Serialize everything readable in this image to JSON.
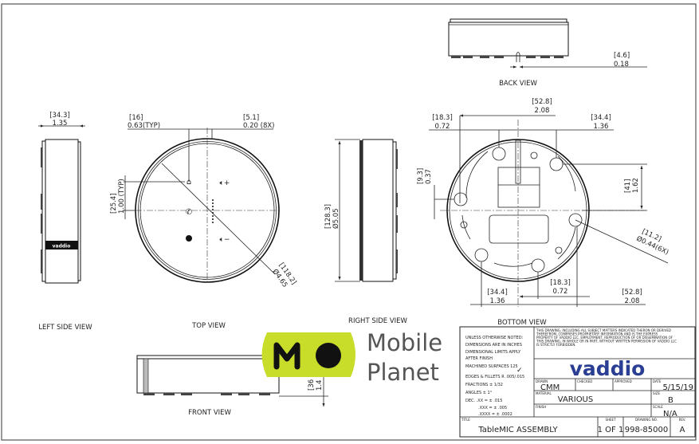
{
  "views": {
    "back": "BACK VIEW",
    "left_side": "LEFT SIDE  VIEW",
    "top": "TOP VIEW",
    "right_side": "RIGHT SIDE VIEW",
    "bottom": "BOTTOM VIEW",
    "front": "FRONT VIEW"
  },
  "dimensions": {
    "back_pin": {
      "mm": "[4.6]",
      "in": "0.18"
    },
    "left_width": {
      "mm": "[34.3]",
      "in": "1.35"
    },
    "top_spacing": {
      "mm": "[16]",
      "in": "0.63(TYP)"
    },
    "top_led": {
      "mm": "[5.1]",
      "in": "0.20 (8X)"
    },
    "top_vertical": {
      "mm": "[25.4]",
      "in": "1.00 (TYP)"
    },
    "top_diameter": {
      "mm": "[118.2]",
      "in": "Ø4.65"
    },
    "right_diameter": {
      "mm": "[128.3]",
      "in": "Ø5.05"
    },
    "bottom_top_center": {
      "mm": "[52.8]",
      "in": "2.08"
    },
    "bottom_top_left": {
      "mm": "[18.3]",
      "in": "0.72"
    },
    "bottom_top_right": {
      "mm": "[34.4]",
      "in": "1.36"
    },
    "bottom_left_vert": {
      "mm": "[9.3]",
      "in": "0.37"
    },
    "bottom_right_vert": {
      "mm": "[41]",
      "in": "1.62"
    },
    "bottom_hole": {
      "mm": "[11.2]",
      "in": "Ø0.44(6X)"
    },
    "bottom_lower_center": {
      "mm": "[18.3]",
      "in": "0.72"
    },
    "bottom_lower_left": {
      "mm": "[34.4]",
      "in": "1.36"
    },
    "bottom_lower_right": {
      "mm": "[52.8]",
      "in": "2.08"
    },
    "front_height": {
      "mm": "[36",
      "in": "1.4"
    }
  },
  "logo_overlay": {
    "mark": "MO",
    "line1": "Mobile",
    "line2": "Planet",
    "color": "#c8dc2a"
  },
  "title_block": {
    "notes": [
      "UNLESS OTHERWISE NOTED:",
      "DIMENSIONS ARE IN INCHES",
      "DIMENSIONAL LIMITS APPLY",
      "AFTER FINISH",
      "MACHINED SURFACES 125",
      "EDGES & FILLETS R .005/.015",
      "FRACTIONS ±    1/32",
      "ANGLES ±    1°",
      "DEC.  .XX  = ±         .015",
      ".XXX = ±          .005",
      ".XXXX = ±        .0002"
    ],
    "legal": [
      "THIS DRAWING, INCLUDING ALL SUBJECT MATTERS INDICATED THERON OR DERIVED",
      "THEREFROM, COMPRISES PROPRIETARY INFORMATION AND IS THE EXPRESS",
      "PROPERTY OF VADDIO LLC.  EMPLOYMENT, REPRODUCTION OF OR DISSEMINATION OF",
      "THIS DRAWING, IN WHOLE OR IN PART, WITHOUT WRITTEN PERMISSION OF VADDIO LLC",
      "IS STRICTLY FORBIDDEN."
    ],
    "company_logo": "vaddio",
    "brand_color": "#2a3f93",
    "drawn_label": "DRAWN",
    "drawn": "CMM",
    "checked_label": "CHECKED",
    "approved_label": "APPROVED",
    "date_label": "DATE",
    "date": "5/15/19",
    "material_label": "MATERIAL",
    "material": "VARIOUS",
    "size_label": "SIZE",
    "size": "B",
    "finish_label": "FINISH",
    "scale_label": "SCALE",
    "scale": "N/A",
    "title_label": "TITLE",
    "title": "TableMIC ASSEMBLY",
    "sheet_label": "SHEET",
    "sheet": "1 OF 1",
    "drawing_no_label": "DRAWING NO.",
    "drawing_no": "998-85000",
    "rev_label": "REV.",
    "rev": "A"
  }
}
